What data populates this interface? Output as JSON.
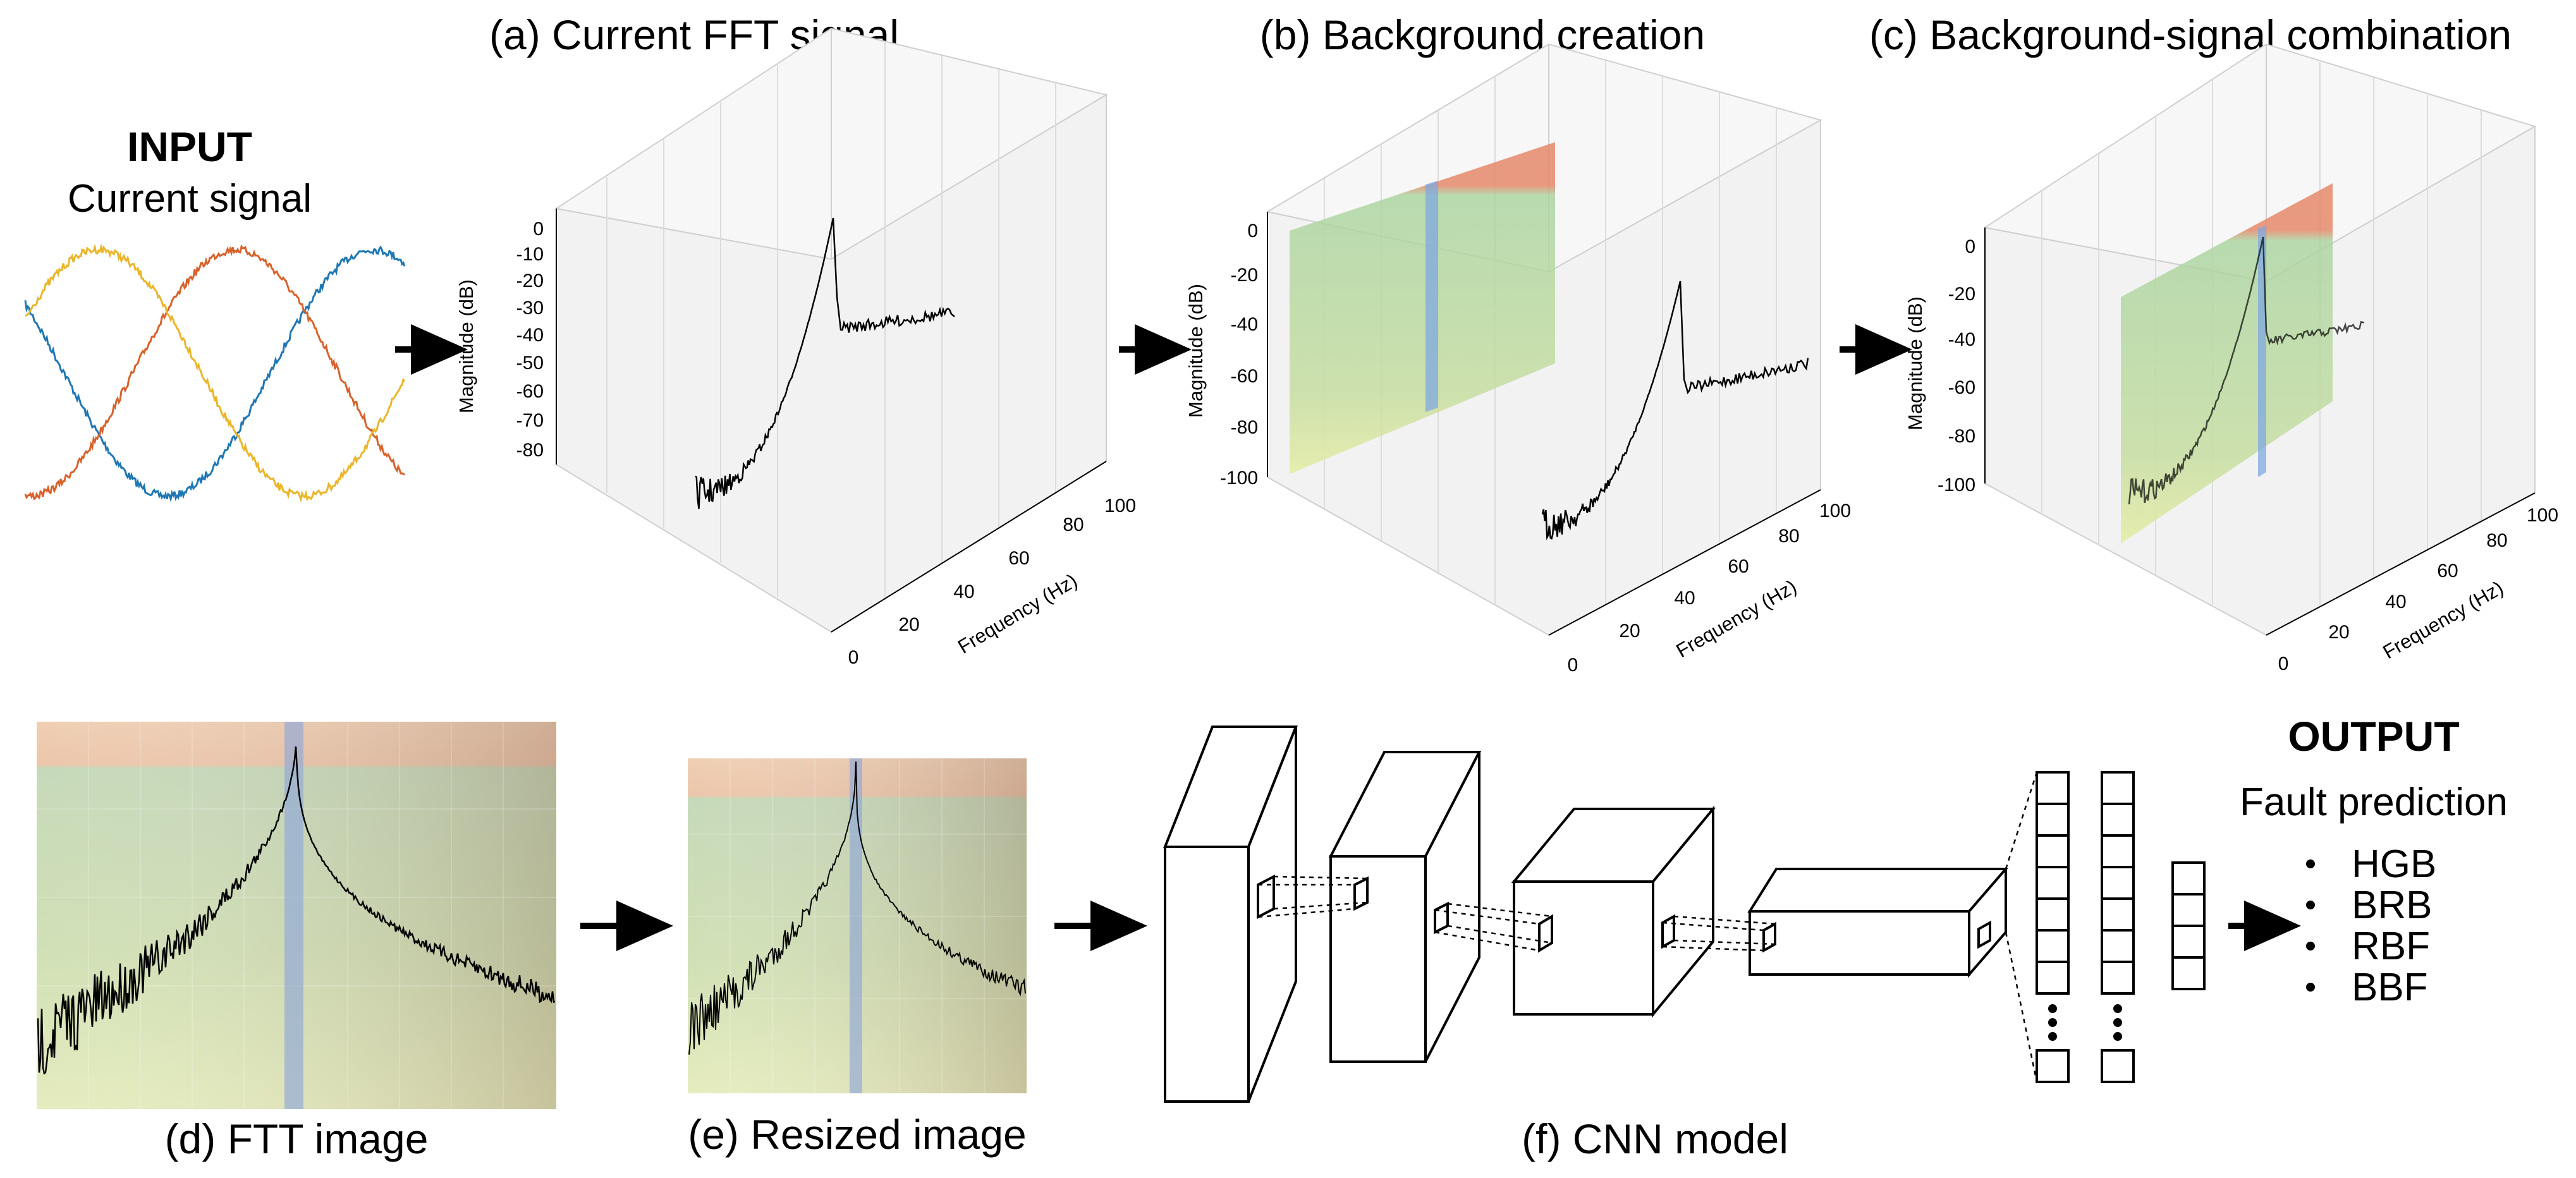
{
  "input": {
    "heading": "INPUT",
    "subheading": "Current signal"
  },
  "panels": {
    "a": {
      "title": "(a) Current FFT signal",
      "zlabel": "Magnitude (dB)",
      "xlabel": "Frequency (Hz)",
      "zticks": [
        "0",
        "-10",
        "-20",
        "-30",
        "-40",
        "-50",
        "-60",
        "-70",
        "-80"
      ],
      "xticks": [
        "0",
        "20",
        "40",
        "60",
        "80",
        "100"
      ]
    },
    "b": {
      "title": "(b) Background creation",
      "zlabel": "Magnitude (dB)",
      "xlabel": "Frequency (Hz)",
      "zticks": [
        "0",
        "-20",
        "-40",
        "-60",
        "-80",
        "-100"
      ],
      "xticks": [
        "0",
        "20",
        "40",
        "60",
        "80",
        "100"
      ]
    },
    "c": {
      "title": "(c) Background-signal combination",
      "zlabel": "Magnitude (dB)",
      "xlabel": "Frequency (Hz)",
      "zticks": [
        "0",
        "-20",
        "-40",
        "-60",
        "-80",
        "-100"
      ],
      "xticks": [
        "0",
        "20",
        "40",
        "60",
        "80",
        "100"
      ]
    },
    "d": {
      "title": "(d) FTT image"
    },
    "e": {
      "title": "(e) Resized image"
    },
    "f": {
      "title": "(f) CNN model"
    }
  },
  "output": {
    "heading": "OUTPUT",
    "subheading": "Fault prediction",
    "classes": [
      "HGB",
      "BRB",
      "RBF",
      "BBF"
    ]
  },
  "colors": {
    "phase_blue": "#1f77b4",
    "phase_orange": "#d9622b",
    "phase_yellow": "#eab52a",
    "band_red": "#e07a5c",
    "band_green": "#9fcf95",
    "band_yellow": "#e2eaa0",
    "band_blue": "#7fa8e0",
    "arrow": "#000000"
  }
}
